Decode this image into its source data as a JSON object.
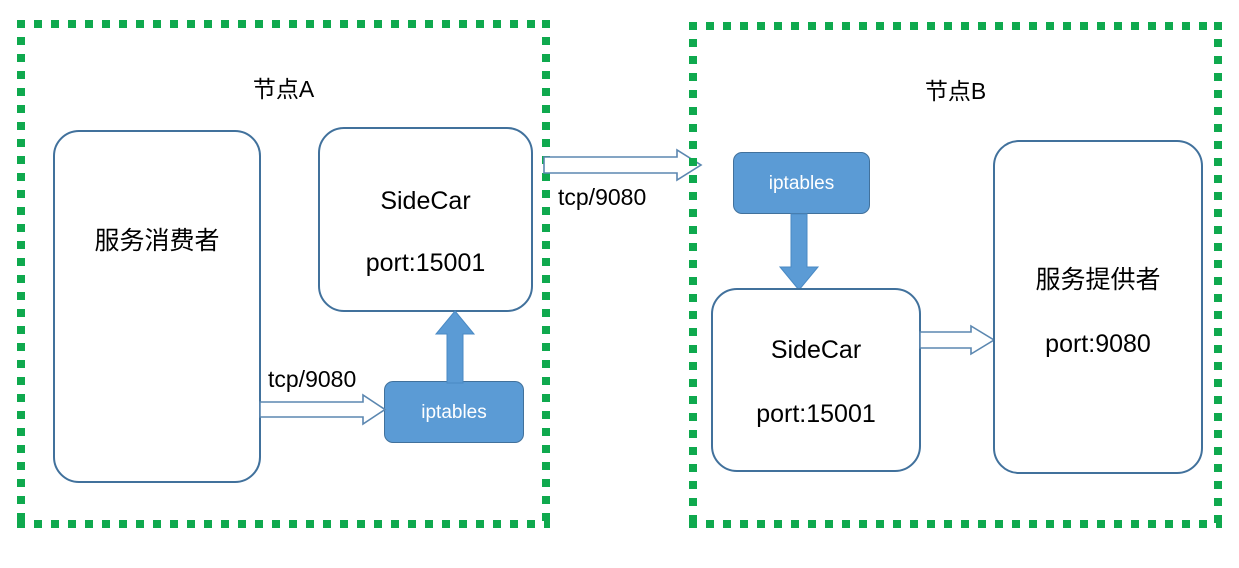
{
  "diagram": {
    "title_hidden": "",
    "colors": {
      "node_border_green": "#0fa94e",
      "box_border_blue": "#41719c",
      "iptables_fill": "#5b9bd5",
      "arrow_hollow_stroke": "#5b87b0",
      "text": "#000000"
    },
    "nodes": [
      {
        "id": "node-a",
        "title": "节点A",
        "boxes": [
          {
            "id": "service-consumer",
            "lines": [
              "服务消费者"
            ]
          },
          {
            "id": "sidecar-a",
            "lines": [
              "SideCar",
              "port:15001"
            ]
          }
        ],
        "iptables": {
          "label": "iptables"
        },
        "edges": [
          {
            "id": "consumer-to-iptables-a",
            "label": "tcp/9080",
            "style": "hollow",
            "direction": "right"
          },
          {
            "id": "iptables-a-to-sidecar-a",
            "label": "",
            "style": "solid",
            "direction": "up"
          }
        ]
      },
      {
        "id": "node-b",
        "title": "节点B",
        "boxes": [
          {
            "id": "sidecar-b",
            "lines": [
              "SideCar",
              "port:15001"
            ]
          },
          {
            "id": "service-provider",
            "lines": [
              "服务提供者",
              "port:9080"
            ]
          }
        ],
        "iptables": {
          "label": "iptables"
        },
        "edges": [
          {
            "id": "iptables-b-to-sidecar-b",
            "label": "",
            "style": "solid",
            "direction": "down"
          },
          {
            "id": "sidecar-b-to-provider",
            "label": "",
            "style": "hollow",
            "direction": "right"
          }
        ]
      }
    ],
    "cross_edge": {
      "id": "node-a-to-node-b",
      "label": "tcp/9080",
      "style": "hollow",
      "direction": "right"
    }
  }
}
